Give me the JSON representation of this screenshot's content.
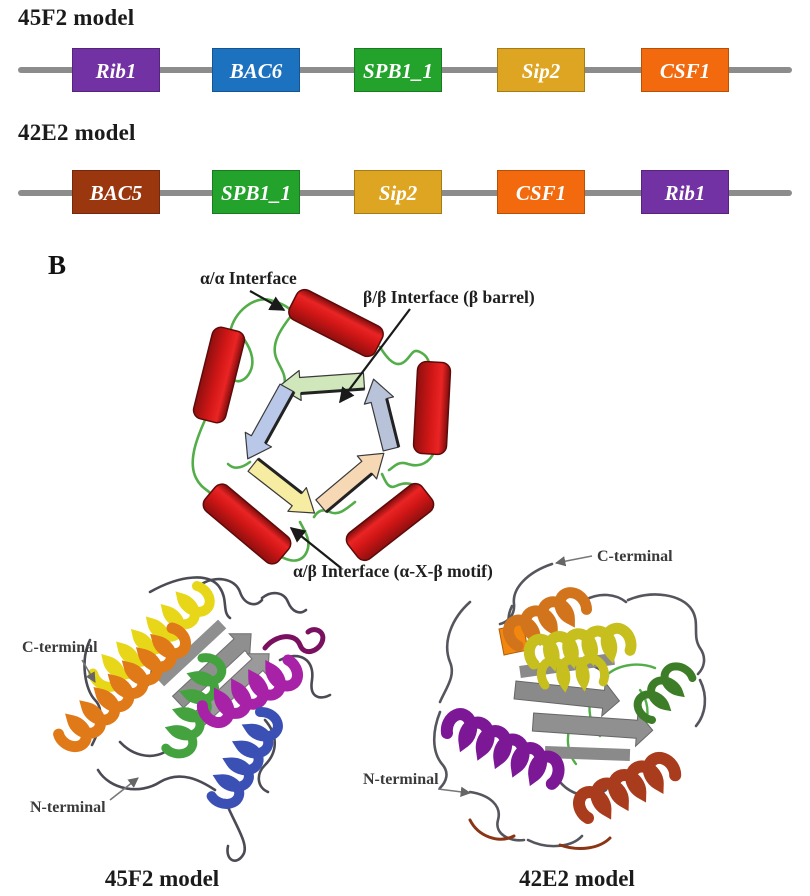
{
  "panel_a": {
    "models": [
      {
        "title": "45F2 model",
        "domains": [
          {
            "label": "Rib1",
            "color": "#7232a4"
          },
          {
            "label": "BAC6",
            "color": "#1d72c0"
          },
          {
            "label": "SPB1_1",
            "color": "#23a32b"
          },
          {
            "label": "Sip2",
            "color": "#dda521"
          },
          {
            "label": "CSF1",
            "color": "#f26a0d"
          }
        ]
      },
      {
        "title": "42E2 model",
        "domains": [
          {
            "label": "BAC5",
            "color": "#9a370f"
          },
          {
            "label": "SPB1_1",
            "color": "#23a32b"
          },
          {
            "label": "Sip2",
            "color": "#dda521"
          },
          {
            "label": "CSF1",
            "color": "#f26a0d"
          },
          {
            "label": "Rib1",
            "color": "#7232a4"
          }
        ]
      }
    ]
  },
  "panel_b": {
    "label": "B",
    "schematic": {
      "alpha_alpha": "α/α Interface",
      "beta_beta": "β/β Interface (β barrel)",
      "alpha_beta": "α/β Interface (α-X-β motif)"
    },
    "structures": [
      {
        "caption": "45F2 model",
        "c_label": "C-terminal",
        "n_label": "N-terminal"
      },
      {
        "caption": "42E2 model",
        "c_label": "C-terminal",
        "n_label": "N-terminal"
      }
    ]
  },
  "colors": {
    "backbone_line": "#8c8c8c",
    "helix_cylinder_red": "#d92020",
    "loop_green": "#53ae49",
    "strand_green": "#cfe7ba",
    "strand_blue": "#b9c8e8",
    "strand_yellow": "#f6eda2",
    "strand_peach": "#f6d8b4",
    "ribbon_gray": "#8a8a8a"
  }
}
